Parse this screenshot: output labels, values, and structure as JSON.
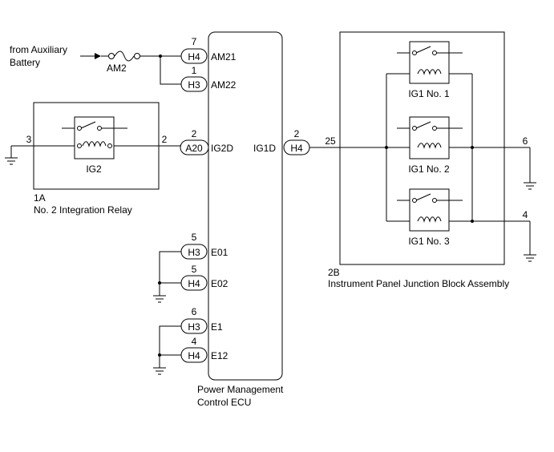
{
  "source": {
    "line1": "from Auxiliary",
    "line2": "Battery"
  },
  "fuse": {
    "label": "AM2"
  },
  "ecu": {
    "name_line1": "Power Management",
    "name_line2": "Control ECU"
  },
  "ecu_pins": {
    "am21": {
      "pin": "7",
      "connector": "H4",
      "terminal": "AM21"
    },
    "am22": {
      "pin": "1",
      "connector": "H3",
      "terminal": "AM22"
    },
    "ig2d": {
      "pin": "2",
      "connector": "A20",
      "terminal": "IG2D"
    },
    "ig1d": {
      "pin": "2",
      "connector": "H4",
      "terminal": "IG1D"
    },
    "e01": {
      "pin": "5",
      "connector": "H3",
      "terminal": "E01"
    },
    "e02": {
      "pin": "5",
      "connector": "H4",
      "terminal": "E02"
    },
    "e1": {
      "pin": "6",
      "connector": "H3",
      "terminal": "E1"
    },
    "e12": {
      "pin": "4",
      "connector": "H4",
      "terminal": "E12"
    }
  },
  "integration_relay": {
    "relay_label": "IG2",
    "pin_left": "3",
    "pin_right": "2",
    "code": "1A",
    "name": "No. 2 Integration Relay"
  },
  "junction_block": {
    "pin_in": "25",
    "pin_out_upper": "6",
    "pin_out_lower": "4",
    "code": "2B",
    "name": "Instrument Panel Junction Block Assembly",
    "relays": [
      "IG1 No. 1",
      "IG1 No. 2",
      "IG1 No. 3"
    ]
  }
}
